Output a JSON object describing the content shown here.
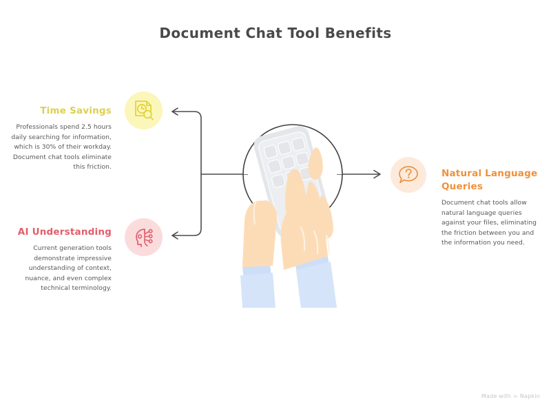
{
  "title": "Document Chat Tool Benefits",
  "blocks": [
    {
      "id": "time-savings",
      "heading": "Time Savings",
      "body": "Professionals spend 2.5 hours daily searching for information, which is 30% of their workday. Document chat tools eliminate this friction.",
      "heading_color": "#ddd04f",
      "badge_color": "#fbf6ba",
      "icon": "document-search-clock-icon",
      "align": "right"
    },
    {
      "id": "ai-understanding",
      "heading": "AI Understanding",
      "body": "Current generation tools demonstrate impressive understanding of context, nuance, and even complex technical terminology.",
      "heading_color": "#e35d6a",
      "badge_color": "#fbdcdd",
      "icon": "head-neural-network-icon",
      "align": "right"
    },
    {
      "id": "natural-language",
      "heading": "Natural Language Queries",
      "body": "Document chat tools allow natural language queries against your files, eliminating the friction between you and the information you need.",
      "heading_color": "#f0903a",
      "badge_color": "#fdeada",
      "icon": "speech-bubble-question-icon",
      "align": "left"
    }
  ],
  "center": {
    "illustration": "hands-holding-phone-illustration",
    "circle_stroke": "#3f3f3f",
    "phone_color": "#e2e4e8",
    "skin_color": "#fcdcb7",
    "sleeve_color": "#c9dcf7"
  },
  "connectors": {
    "stroke": "#4a4a4a",
    "arrows": [
      {
        "name": "arrow-to-time-savings",
        "direction": "left-up"
      },
      {
        "name": "arrow-to-ai-understanding",
        "direction": "left-down"
      },
      {
        "name": "arrow-to-natural-language",
        "direction": "right"
      }
    ]
  },
  "footer": {
    "text_before": "Made with",
    "brand": "Napkin",
    "mark": "➢"
  }
}
